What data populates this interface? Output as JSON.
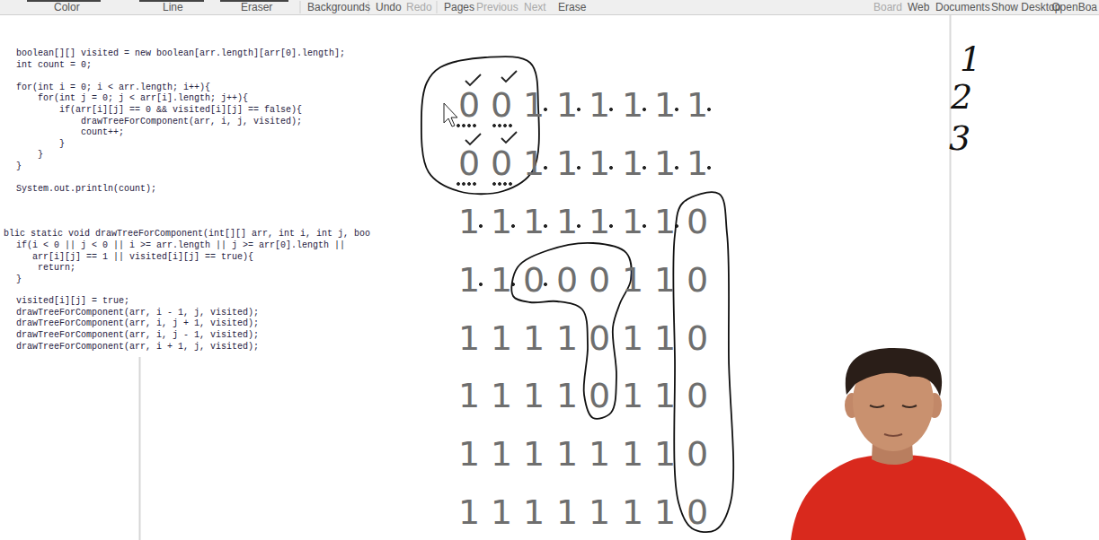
{
  "diagram": {
    "nodes": [
      {
        "text": [
          "0",
          "0",
          "0",
          "0"
        ]
      },
      {
        "text": [
          "0",
          "0",
          "0",
          "0",
          "0"
        ]
      },
      {
        "text": [
          "0",
          "0",
          "0",
          "0",
          "0",
          "0"
        ]
      }
    ],
    "labels": [
      "Color",
      "Line",
      "Eraser",
      "Backgrounds",
      "Undo",
      "Redo",
      "Pages",
      "Previous",
      "Next",
      "Erase",
      "Board",
      "Web",
      "Documents",
      "Show Desktop",
      "OpenBoa",
      "boolean[][] visited = new boolean[arr.length][arr[0].length];",
      "int count = 0;",
      "for(int i = 0; i < arr.length; i++){",
      "for(int j = 0; j < arr[i].length; j++){",
      "if(arr[i][j] == 0 && visited[i][j] == false){",
      "drawTreeForComponent(arr, i, j, visited);",
      "count++;",
      "}",
      "}",
      "}",
      "System.out.println(count);",
      "blic static void drawTreeForComponent(int[][] arr, int i, int j, boo",
      "if(i < 0 || j < 0 || i >= arr.length || j >= arr[0].length ||",
      "arr[i][j] == 1 || visited[i][j] == true){",
      "return;",
      "}",
      "visited[i][j] = true;",
      "drawTreeForComponent(arr, i - 1, j, visited);",
      "drawTreeForComponent(arr, i, j + 1, visited);",
      "drawTreeForComponent(arr, i, j - 1, visited);",
      "drawTreeForComponent(arr, i + 1, j, visited);",
      "1",
      "1",
      "1",
      "1",
      "1",
      "1",
      "1",
      "1",
      "1",
      "1",
      "1",
      "1",
      "1",
      "1",
      "1",
      "1",
      "1",
      "1",
      "1",
      "1",
      "1",
      "1",
      "1",
      "1",
      "1",
      "1",
      "1",
      "1",
      "1",
      "1",
      "1",
      "1",
      "1",
      "1",
      "1",
      "1",
      "1",
      "1",
      "1",
      "1",
      "1",
      "1",
      "1",
      "1",
      "1",
      "1",
      "1",
      "1",
      "1",
      "1",
      "2",
      "3"
    ]
  }
}
